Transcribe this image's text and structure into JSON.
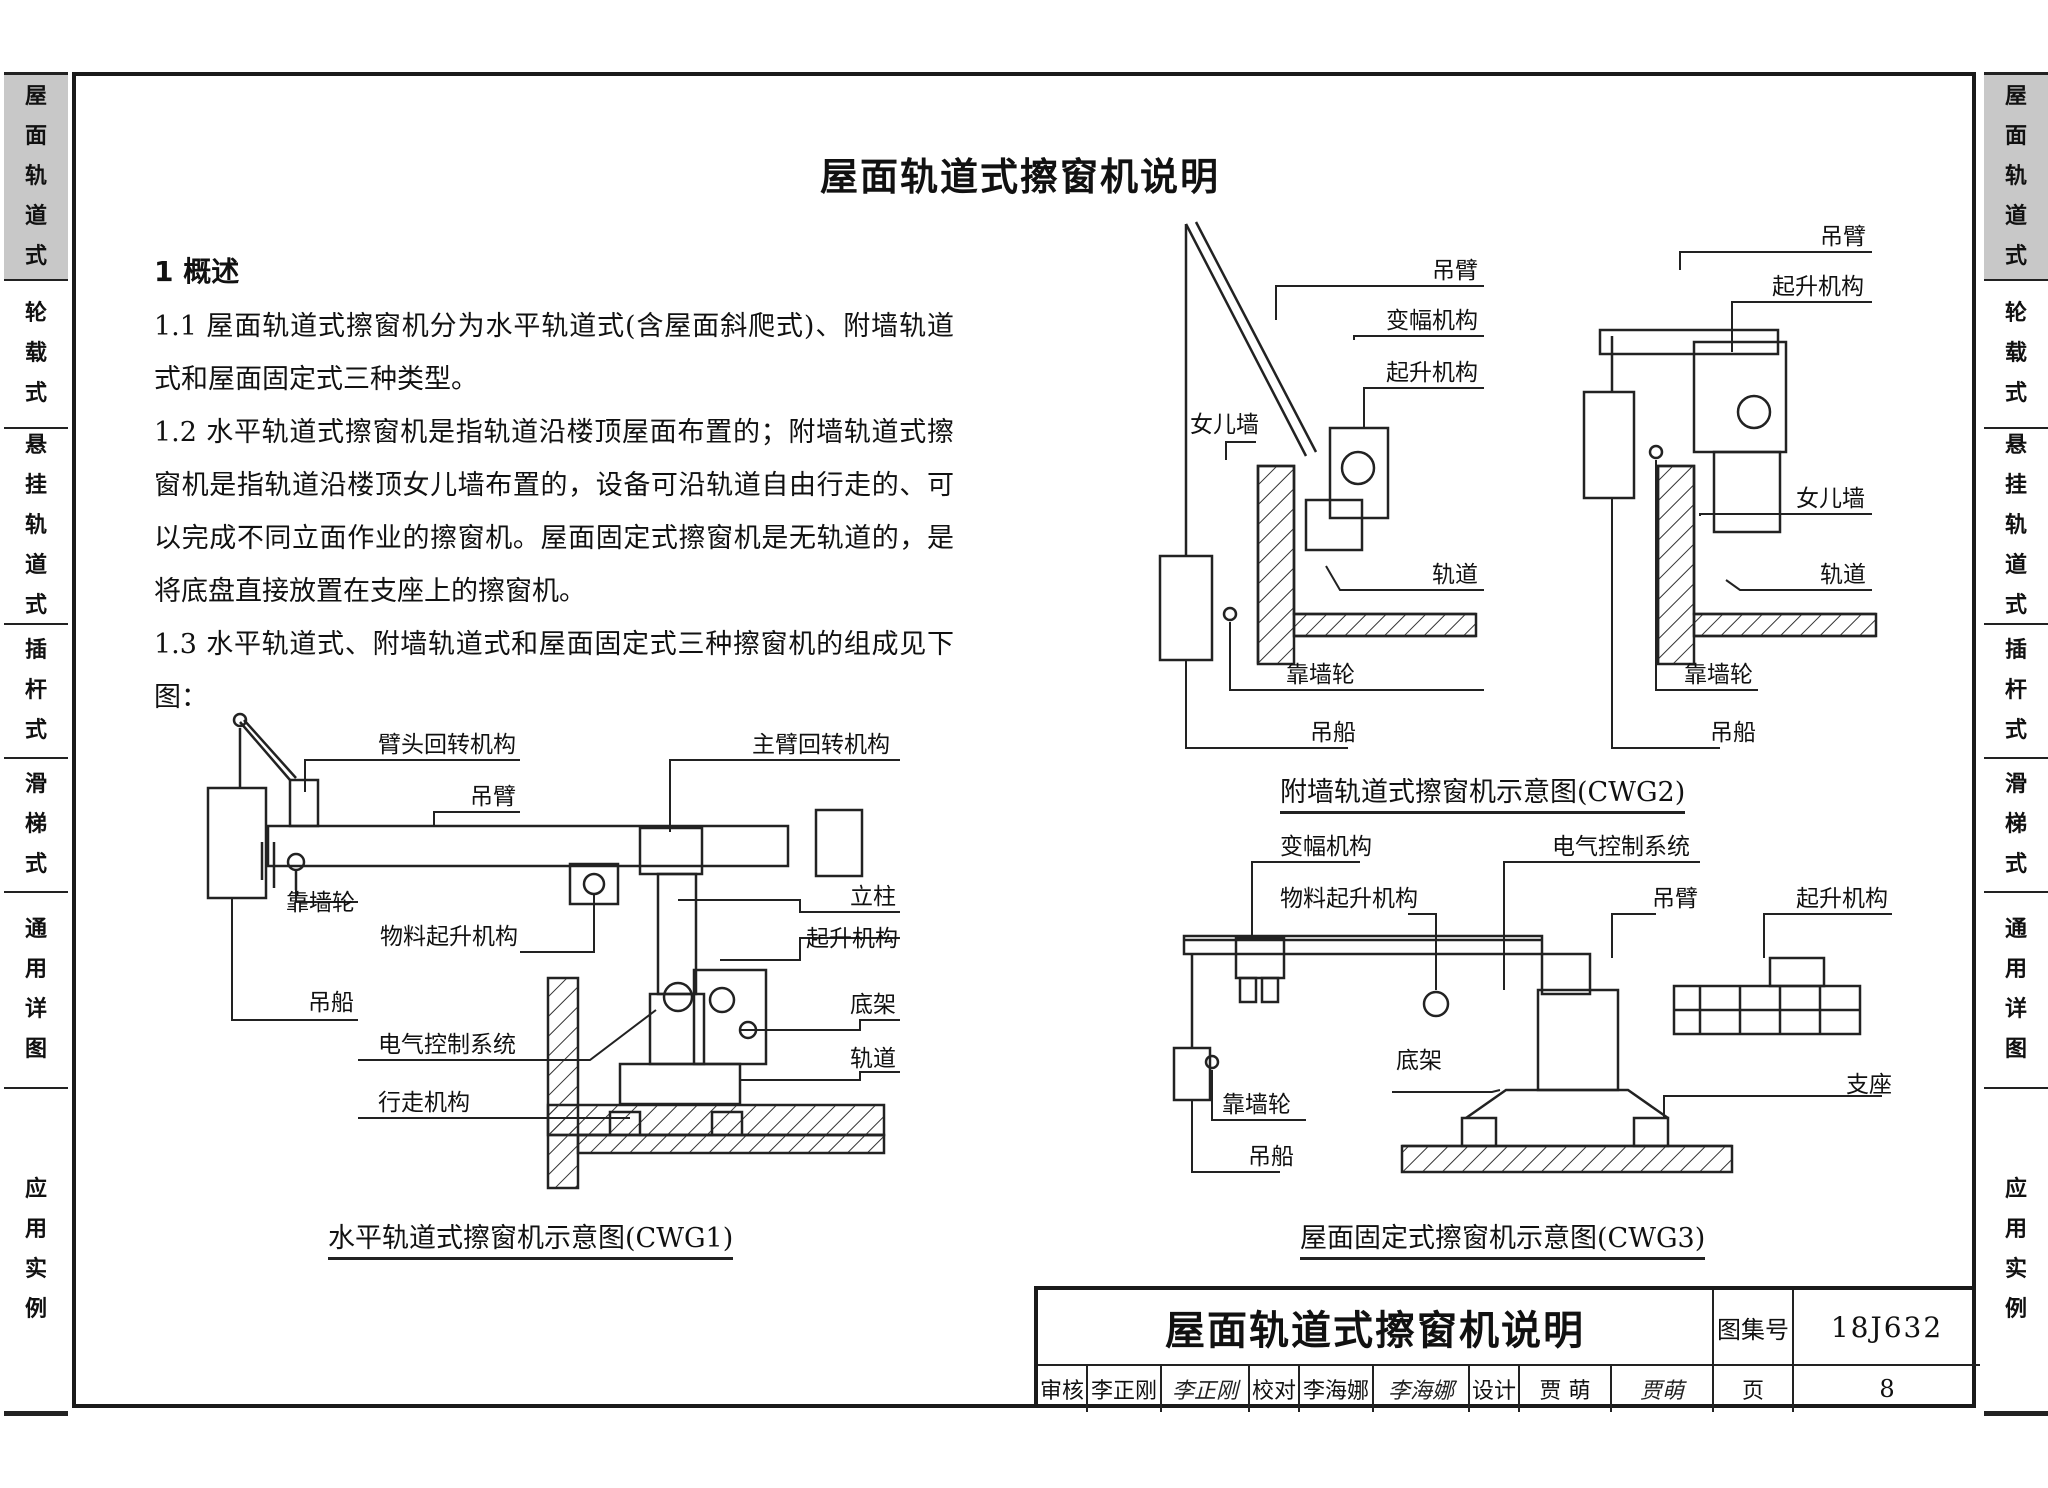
{
  "side_tabs": {
    "left": [
      "屋面轨道式",
      "轮载式",
      "悬挂轨道式",
      "插杆式",
      "滑梯式",
      "通用详图",
      "应用实例"
    ],
    "right": [
      "屋面轨道式",
      "轮载式",
      "悬挂轨道式",
      "插杆式",
      "滑梯式",
      "通用详图",
      "应用实例"
    ],
    "active_index": 0
  },
  "page": {
    "title": "屋面轨道式擦窗机说明",
    "section_heading": "1  概述",
    "paragraphs": [
      "1.1 屋面轨道式擦窗机分为水平轨道式(含屋面斜爬式)、附墙轨道式和屋面固定式三种类型。",
      "1.2 水平轨道式擦窗机是指轨道沿楼顶屋面布置的；附墙轨道式擦窗机是指轨道沿楼顶女儿墙布置的，设备可沿轨道自由行走的、可以完成不同立面作业的擦窗机。屋面固定式擦窗机是无轨道的，是将底盘直接放置在支座上的擦窗机。",
      "1.3 水平轨道式、附墙轨道式和屋面固定式三种擦窗机的组成见下图："
    ]
  },
  "figures": {
    "cwg1": {
      "caption": "水平轨道式擦窗机示意图(CWG1)",
      "labels": {
        "arm_head_slew": "臂头回转机构",
        "main_arm_slew": "主臂回转机构",
        "boom": "吊臂",
        "wall_wheel": "靠墙轮",
        "material_hoist": "物料起升机构",
        "column": "立柱",
        "hoist": "起升机构",
        "cradle": "吊船",
        "chassis": "底架",
        "electrical": "电气控制系统",
        "track": "轨道",
        "travel": "行走机构"
      }
    },
    "cwg2": {
      "caption": "附墙轨道式擦窗机示意图(CWG2)",
      "labels": {
        "boom_a": "吊臂",
        "luffing_a": "变幅机构",
        "hoist_a": "起升机构",
        "parapet_a": "女儿墙",
        "track_a": "轨道",
        "wall_wheel_a": "靠墙轮",
        "cradle_a": "吊船",
        "boom_b": "吊臂",
        "hoist_b": "起升机构",
        "parapet_b": "女儿墙",
        "track_b": "轨道",
        "wall_wheel_b": "靠墙轮",
        "cradle_b": "吊船"
      }
    },
    "cwg3": {
      "caption": "屋面固定式擦窗机示意图(CWG3)",
      "labels": {
        "luffing": "变幅机构",
        "electrical": "电气控制系统",
        "material_hoist": "物料起升机构",
        "boom": "吊臂",
        "hoist": "起升机构",
        "chassis": "底架",
        "support": "支座",
        "wall_wheel": "靠墙轮",
        "cradle": "吊船"
      }
    }
  },
  "title_block": {
    "title": "屋面轨道式擦窗机说明",
    "atlas_label": "图集号",
    "atlas_no": "18J632",
    "review_label": "审核",
    "reviewer": "李正刚",
    "reviewer_sig": "李正刚",
    "check_label": "校对",
    "checker": "李海娜",
    "checker_sig": "李海娜",
    "design_label": "设计",
    "designer": "贾 萌",
    "designer_sig": "贾萌",
    "page_label": "页",
    "page_no": "8"
  }
}
